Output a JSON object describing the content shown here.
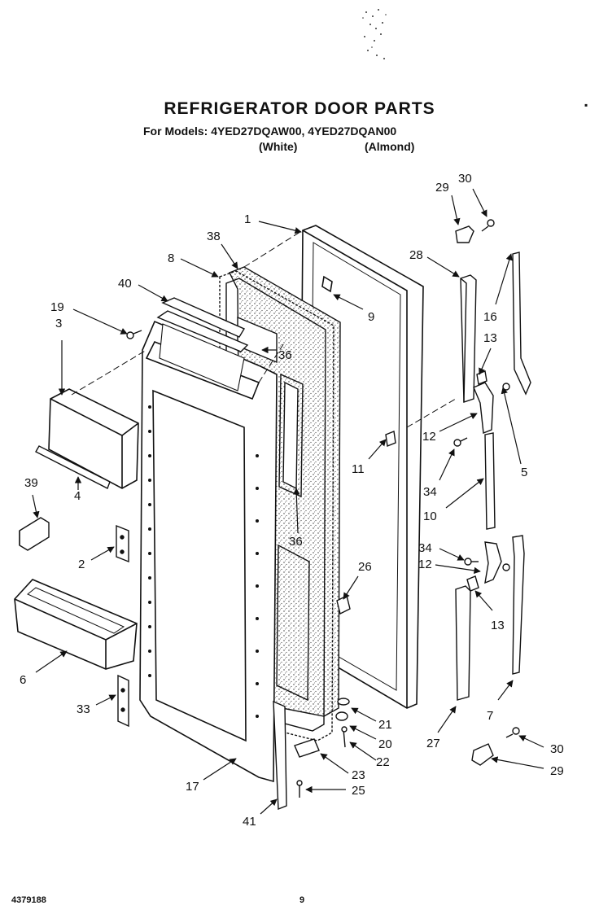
{
  "header": {
    "title": "REFRIGERATOR DOOR PARTS",
    "models_line": "For Models: 4YED27DQAW00, 4YED27DQAN00",
    "variant_white": "(White)",
    "variant_almond": "(Almond)"
  },
  "footer": {
    "doc_number": "4379188",
    "page_number": "9"
  },
  "corner_mark": "▪",
  "callouts": [
    {
      "id": "c1",
      "label": "1"
    },
    {
      "id": "c38",
      "label": "38"
    },
    {
      "id": "c8",
      "label": "8"
    },
    {
      "id": "c40",
      "label": "40"
    },
    {
      "id": "c19",
      "label": "19"
    },
    {
      "id": "c3",
      "label": "3"
    },
    {
      "id": "c36a",
      "label": "36"
    },
    {
      "id": "c9",
      "label": "9"
    },
    {
      "id": "c28",
      "label": "28"
    },
    {
      "id": "c29a",
      "label": "29"
    },
    {
      "id": "c30a",
      "label": "30"
    },
    {
      "id": "c16",
      "label": "16"
    },
    {
      "id": "c13a",
      "label": "13"
    },
    {
      "id": "c12a",
      "label": "12"
    },
    {
      "id": "c11",
      "label": "11"
    },
    {
      "id": "c34a",
      "label": "34"
    },
    {
      "id": "c10",
      "label": "10"
    },
    {
      "id": "c5",
      "label": "5"
    },
    {
      "id": "c39",
      "label": "39"
    },
    {
      "id": "c4",
      "label": "4"
    },
    {
      "id": "c36b",
      "label": "36"
    },
    {
      "id": "c2",
      "label": "2"
    },
    {
      "id": "c26",
      "label": "26"
    },
    {
      "id": "c34b",
      "label": "34"
    },
    {
      "id": "c12b",
      "label": "12"
    },
    {
      "id": "c13b",
      "label": "13"
    },
    {
      "id": "c6",
      "label": "6"
    },
    {
      "id": "c33",
      "label": "33"
    },
    {
      "id": "c21",
      "label": "21"
    },
    {
      "id": "c20",
      "label": "20"
    },
    {
      "id": "c22",
      "label": "22"
    },
    {
      "id": "c23",
      "label": "23"
    },
    {
      "id": "c25",
      "label": "25"
    },
    {
      "id": "c17",
      "label": "17"
    },
    {
      "id": "c41",
      "label": "41"
    },
    {
      "id": "c27",
      "label": "27"
    },
    {
      "id": "c7",
      "label": "7"
    },
    {
      "id": "c30b",
      "label": "30"
    },
    {
      "id": "c29b",
      "label": "29"
    }
  ]
}
